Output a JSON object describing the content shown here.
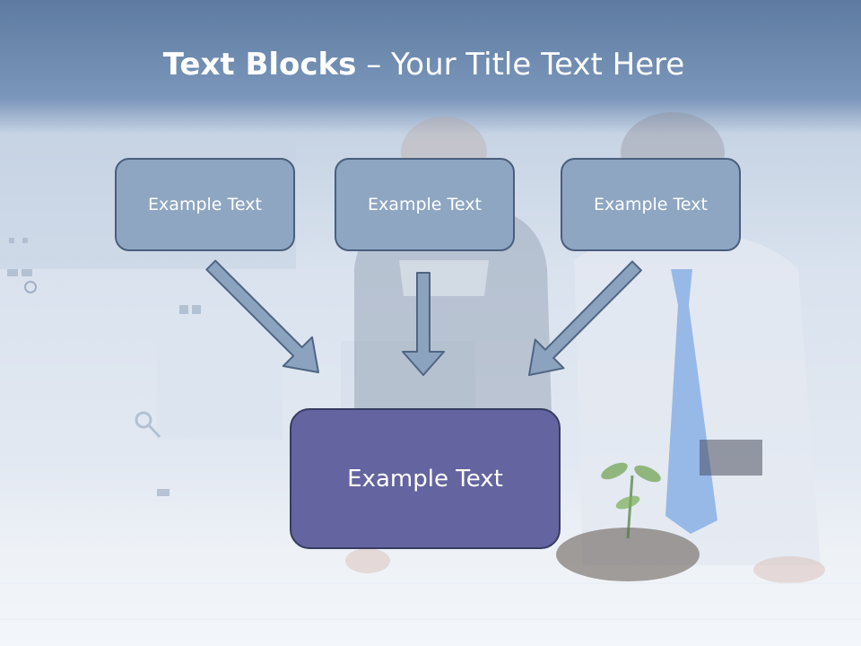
{
  "slide": {
    "title_bold": "Text Blocks",
    "title_rest": "– Your Title Text Here"
  },
  "blocks": [
    {
      "label": "Example Text"
    },
    {
      "label": "Example Text"
    },
    {
      "label": "Example Text"
    }
  ],
  "center_block": {
    "label": "Example Text"
  },
  "colors": {
    "header_band": "#5d7aa0",
    "small_box_fill": "#8ea6c2",
    "small_box_border": "#4a5e7d",
    "big_box_fill": "#6464a0",
    "big_box_border": "#363c5f",
    "arrow_fill": "#8ba3bf",
    "arrow_stroke": "#4f6583"
  }
}
